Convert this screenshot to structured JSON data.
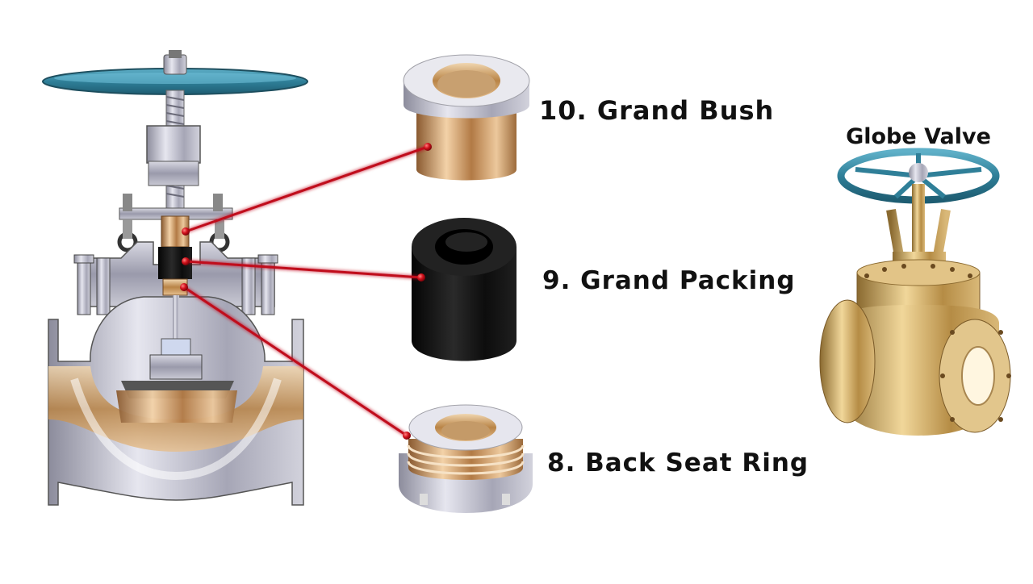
{
  "parts": [
    {
      "number": "10.",
      "name": "Grand Bush",
      "label": "10. Grand Bush"
    },
    {
      "number": "9.",
      "name": "Grand Packing",
      "label": "9. Grand Packing"
    },
    {
      "number": "8.",
      "name": "Back Seat Ring",
      "label": "8. Back Seat Ring"
    }
  ],
  "inset_title": "Globe Valve",
  "colors": {
    "handwheel": "#3a8aa8",
    "bronze": "#c8955a",
    "steel": "#b9b9c8",
    "packing": "#111111",
    "leader_line": "#c0101a"
  }
}
